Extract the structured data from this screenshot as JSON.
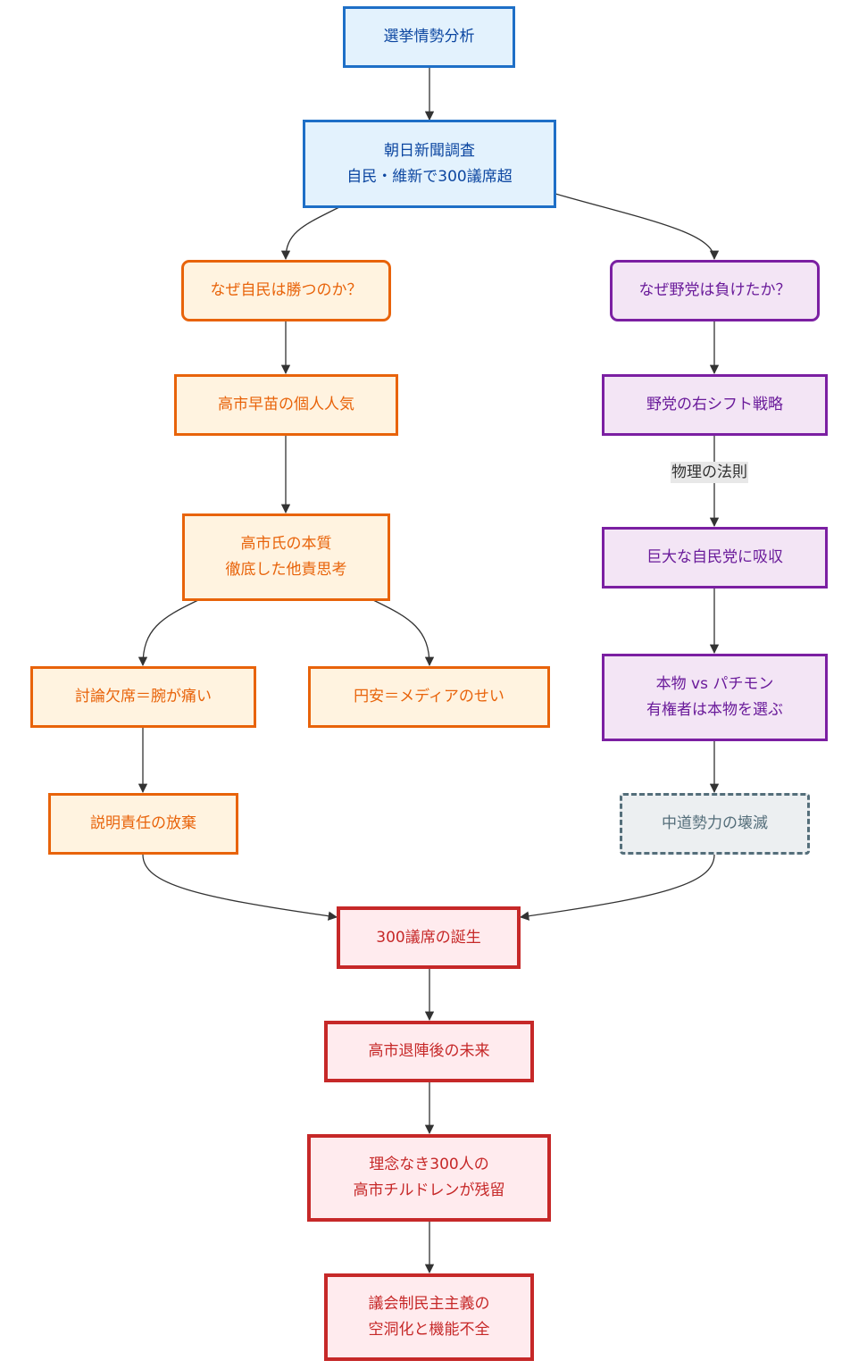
{
  "nodes": {
    "analysis": "選挙情勢分析",
    "asahi": "朝日新聞調査\n自民・維新で300議席超",
    "why_ldp_wins": "なぜ自民は勝つのか？",
    "why_opposition_loses": "なぜ野党は負けたか？",
    "takaichi_popularity": "高市早苗の個人人気",
    "takaichi_essence": "高市氏の本質\n徹底した他責思考",
    "debate_absence": "討論欠席＝腕が痛い",
    "yen_weak": "円安＝メディアのせい",
    "accountability": "説明責任の放棄",
    "right_shift": "野党の右シフト戦略",
    "absorbed": "巨大な自民党に吸収",
    "real_vs_fake": "本物 vs パチモン\n有権者は本物を選ぶ",
    "centrist_collapse": "中道勢力の壊滅",
    "seats_300": "300議席の誕生",
    "post_takaichi": "高市退陣後の未来",
    "children": "理念なき300人の\n高市チルドレンが残留",
    "democracy": "議会制民主主義の\n空洞化と機能不全"
  },
  "edge_labels": {
    "physics": "物理の法則"
  },
  "colors": {
    "root_blue": "#1e6fc7",
    "ldp_orange": "#e8630a",
    "opposition_purple": "#7b1fa2",
    "centrist_gray": "#546e7a",
    "outcome_red": "#c62828",
    "edge": "#333333"
  }
}
